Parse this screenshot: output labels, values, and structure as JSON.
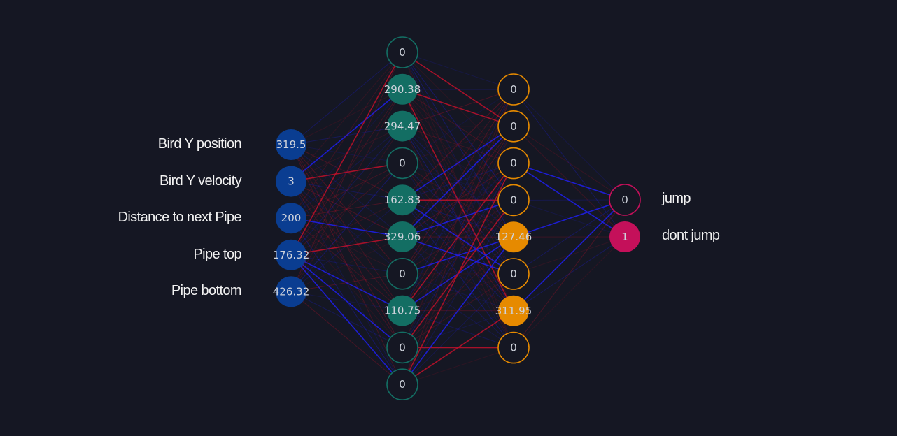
{
  "colors": {
    "background": "#151723",
    "input_fill": "#0a3d91",
    "hidden1_active": "#136e63",
    "hidden1_ring": "#136e63",
    "hidden2_active": "#e68a00",
    "hidden2_ring": "#e68a00",
    "output_active": "#c4105a",
    "output_ring": "#c4105a",
    "positive_weight": "#1f1ff0",
    "negative_weight": "#c0102a"
  },
  "inputs": [
    {
      "label": "Bird Y position",
      "value": "319.5"
    },
    {
      "label": "Bird Y velocity",
      "value": "3"
    },
    {
      "label": "Distance to next Pipe",
      "value": "200"
    },
    {
      "label": "Pipe top",
      "value": "176.32"
    },
    {
      "label": "Pipe bottom",
      "value": "426.32"
    }
  ],
  "hidden1": [
    "0",
    "290.38",
    "294.47",
    "0",
    "162.83",
    "329.06",
    "0",
    "110.75",
    "0",
    "0"
  ],
  "hidden2": [
    "0",
    "0",
    "0",
    "0",
    "127.46",
    "0",
    "311.95",
    "0"
  ],
  "outputs": [
    {
      "label": "jump",
      "value": "0"
    },
    {
      "label": "dont jump",
      "value": "1"
    }
  ]
}
